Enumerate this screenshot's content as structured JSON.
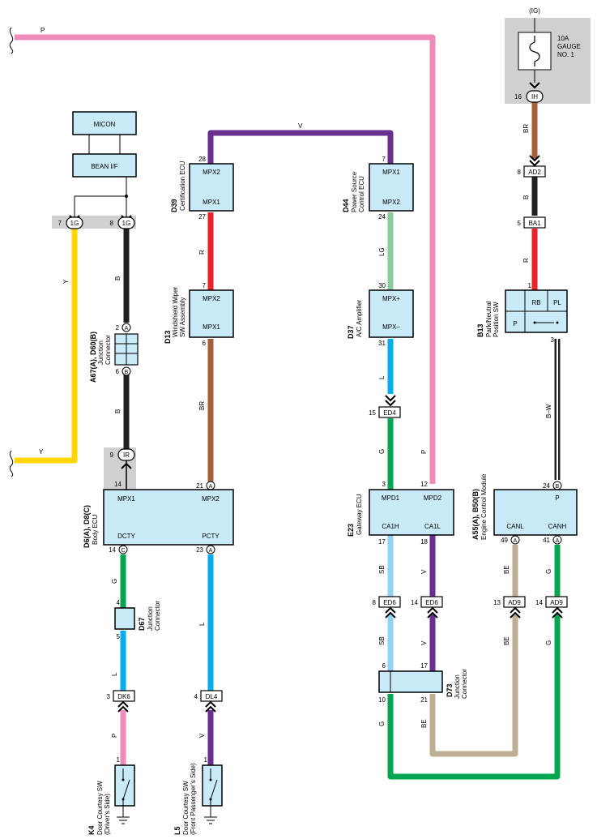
{
  "colors": {
    "pink": "#ef8bb8",
    "violet": "#6a2f8e",
    "red": "#ea2128",
    "brown": "#a5603a",
    "black": "#231f20",
    "yellow": "#ffd500",
    "green": "#00a650",
    "light_green": "#8ccc9c",
    "blue": "#00aeef",
    "sky_blue": "#8fd3f4",
    "beige": "#bfae96",
    "box_fill": "#c9eaf8",
    "gray": "#d0d0d0"
  },
  "fuse": {
    "supply": "(IG)",
    "line1": "10A",
    "line2": "GAUGE",
    "line3": "NO. 1",
    "conn": "IH",
    "pin": "16"
  },
  "micon": {
    "micon_label": "MICON",
    "bean_label": "BEAN I/F"
  },
  "body_conn": {
    "left_pin": "7",
    "left_conn": "1G",
    "right_pin": "8",
    "right_conn": "1G"
  },
  "junction_a67": {
    "code": "A67(A), D60(B)",
    "name1": "Junction",
    "name2": "Connector",
    "pin_top": "2",
    "letter_top": "A",
    "pin_bot": "6",
    "letter_bot": "B"
  },
  "ir_conn": {
    "pin": "9",
    "conn": "IR",
    "pin_below": "14"
  },
  "cert_ecu": {
    "code": "D39",
    "name": "Certification ECU",
    "top_pin": "28",
    "top_label": "MPX2",
    "bot_label": "MPX1",
    "bot_pin": "27"
  },
  "wiper_sw": {
    "code": "D13",
    "name1": "Windshield Wiper",
    "name2": "SW Assembly",
    "top_pin": "7",
    "top_label": "MPX2",
    "bot_label": "MPX1",
    "bot_pin": "6"
  },
  "power_ecu": {
    "code": "D44",
    "name1": "Power Source",
    "name2": "Control ECU",
    "top_pin": "7",
    "top_label": "MPX1",
    "bot_label": "MPX2",
    "bot_pin": "24"
  },
  "ac_amp": {
    "code": "D37",
    "name": "A/C Amplifier",
    "top_pin": "30",
    "top_label": "MPX+",
    "bot_label": "MPX–",
    "bot_pin": "31"
  },
  "ed4": {
    "pin": "15",
    "conn": "ED4"
  },
  "gateway": {
    "code": "E23",
    "name": "Gateway ECU",
    "pin_mpd1": "3",
    "pin_mpd2": "12",
    "mpd1": "MPD1",
    "mpd2": "MPD2",
    "ca1h": "CA1H",
    "ca1l": "CA1L",
    "pin_ca1h": "17",
    "pin_ca1l": "18"
  },
  "ed6_left": {
    "pin": "8",
    "conn": "ED6"
  },
  "ed6_right": {
    "pin": "14",
    "conn": "ED6"
  },
  "d73": {
    "code": "D73",
    "name1": "Junction",
    "name2": "Connector",
    "pin_tl": "6",
    "pin_tr": "17",
    "pin_bl": "10",
    "pin_br": "21"
  },
  "ad2": {
    "pin": "8",
    "conn": "AD2"
  },
  "ba1": {
    "pin": "5",
    "conn": "BA1"
  },
  "park_sw": {
    "code": "B13",
    "name1": "Park/Neutral",
    "name2": "Position SW",
    "top_pin": "1",
    "rb": "RB",
    "pl": "PL",
    "p": "P",
    "bot_pin": "3"
  },
  "ecm": {
    "code": "A55(A), B50(B)",
    "name": "Engine Control Module",
    "top_pin": "24",
    "top_letter": "B",
    "p_label": "P",
    "canl": "CANL",
    "canh": "CANH",
    "pin_canl": "49",
    "letter_canl": "A",
    "pin_canh": "41",
    "letter_canh": "A"
  },
  "ad9_left": {
    "pin": "13",
    "conn": "AD9"
  },
  "ad9_right": {
    "pin": "14",
    "conn": "AD9"
  },
  "body_ecu": {
    "code": "D6(A), D8(C)",
    "name": "Body ECU",
    "mpx1": "MPX1",
    "mpx2": "MPX2",
    "dcty": "DCTY",
    "pcty": "PCTY",
    "pin_mpx2": "21",
    "letter_mpx2": "A",
    "pin_dcty": "14",
    "letter_dcty": "C",
    "pin_pcty": "23",
    "letter_pcty": "A"
  },
  "d67": {
    "code": "D67",
    "name1": "Junction",
    "name2": "Connector",
    "pin_top": "4",
    "pin_bot": "5"
  },
  "dk6": {
    "pin": "3",
    "conn": "DK6"
  },
  "dl4": {
    "pin": "4",
    "conn": "DL4"
  },
  "k4": {
    "code": "K4",
    "name1": "Door Courtesy SW",
    "name2": "(Driver’s Side)",
    "pin": "1"
  },
  "l5": {
    "code": "L5",
    "name1": "Door Courtesy SW",
    "name2": "(Front Passenger’s Side)",
    "pin": "1"
  },
  "wire_labels": {
    "p_top": "P",
    "v_top": "V",
    "br_fuse": "BR",
    "b_ad2": "B",
    "r_ba1": "R",
    "y_left": "Y",
    "b_1g": "B",
    "b_jc": "B",
    "y_bottom": "Y",
    "r_cert": "R",
    "br_wiper": "BR",
    "lg_pwr": "LG",
    "l_ac": "L",
    "g_ed4": "G",
    "p_gw": "P",
    "bw_park": "B–W",
    "g_dcty": "G",
    "l_d67": "L",
    "p_k4": "P",
    "l_pcty": "L",
    "v_l5": "V",
    "sb_top": "SB",
    "v_top2": "V",
    "sb_bot": "SB",
    "v_bot": "V",
    "be_top": "BE",
    "g_top": "G",
    "be_bot": "BE",
    "g_bot": "G",
    "g_d73": "G",
    "be_d73": "BE"
  }
}
